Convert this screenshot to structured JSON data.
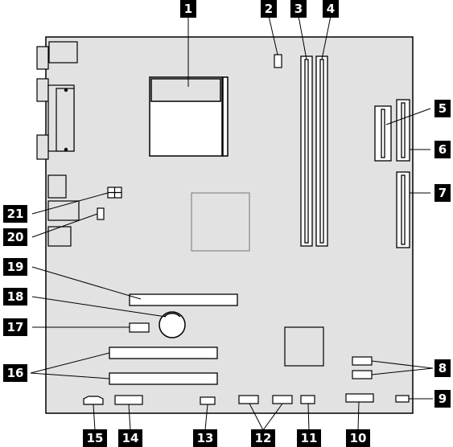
{
  "callouts": {
    "c1": "1",
    "c2": "2",
    "c3": "3",
    "c4": "4",
    "c5": "5",
    "c6": "6",
    "c7": "7",
    "c8": "8",
    "c9": "9",
    "c10": "10",
    "c11": "11",
    "c12": "12",
    "c13": "13",
    "c14": "14",
    "c15": "15",
    "c16": "16",
    "c17": "17",
    "c18": "18",
    "c19": "19",
    "c20": "20",
    "c21": "21"
  },
  "colors": {
    "board_fill": "#e2e2e2",
    "ink": "#000000",
    "label_bg": "#000000",
    "label_text": "#ffffff"
  }
}
